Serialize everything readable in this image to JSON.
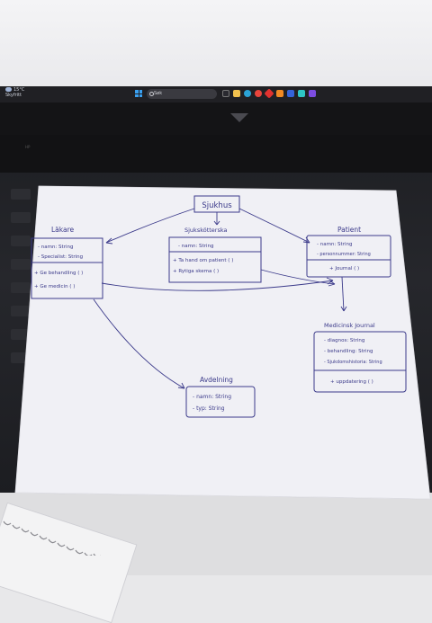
{
  "taskbar": {
    "weather_temp": "15°C",
    "weather_desc": "Skyfritt",
    "search_text": "Søk"
  },
  "laptop": {
    "brand_label": "HP"
  },
  "diagram": {
    "root": {
      "label": "Sjukhus"
    },
    "classes": {
      "lakare": {
        "name": "Läkare",
        "attributes": [
          "- namn: String",
          "- Specialist: String"
        ],
        "methods": [
          "+ Ge behandling ( )",
          "+ Ge medicin ( )"
        ]
      },
      "sjukskoterska": {
        "name": "Sjukskötterska",
        "attributes": [
          "- namn: String"
        ],
        "methods": [
          "+ Ta hand om patient ( )",
          "+ Rytiga skema ( )"
        ]
      },
      "patient": {
        "name": "Patient",
        "attributes": [
          "- namn: String",
          "- personnummer: String"
        ],
        "methods": [
          "+ Journal ( )"
        ]
      },
      "medicinsk_journal": {
        "name": "Medicinsk Journal",
        "attributes": [
          "- diagnos: String",
          "- behandling: String",
          "- Sjukdomshistoria: String"
        ],
        "methods": [
          "+ uppdatering ( )"
        ]
      },
      "avdelning": {
        "name": "Avdelning",
        "attributes": [
          "- namn: String",
          "- typ: String"
        ],
        "methods": []
      }
    }
  },
  "colors": {
    "ink": "#3b3a8a",
    "paper": "#f2f2f6",
    "laptop": "#1f2024"
  }
}
